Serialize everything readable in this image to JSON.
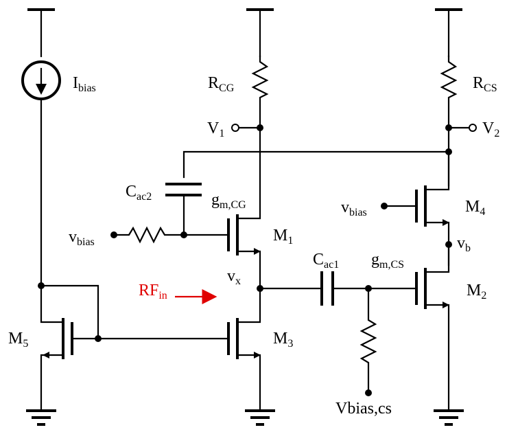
{
  "labels": {
    "ibias": "I",
    "ibias_sub": "bias",
    "rcg": "R",
    "rcg_sub": "CG",
    "rcs": "R",
    "rcs_sub": "CS",
    "v1": "V",
    "v1_sub": "1",
    "v2": "V",
    "v2_sub": "2",
    "cac2": "C",
    "cac2_sub": "ac2",
    "gmcg": "g",
    "gmcg_sub": "m,CG",
    "vbias_left": "v",
    "vbias_left_sub": "bias",
    "m1": "M",
    "m1_sub": "1",
    "vbias_right": "v",
    "vbias_right_sub": "bias",
    "m4": "M",
    "m4_sub": "4",
    "vb": "v",
    "vb_sub": "b",
    "cac1": "C",
    "cac1_sub": "ac1",
    "gmcs": "g",
    "gmcs_sub": "m,CS",
    "vx": "v",
    "vx_sub": "x",
    "m2": "M",
    "m2_sub": "2",
    "rfin": "RF",
    "rfin_sub": "in",
    "m5": "M",
    "m5_sub": "5",
    "m3": "M",
    "m3_sub": "3",
    "vbias_cs": "Vbias,cs"
  },
  "colors": {
    "wire": "#000000",
    "rf": "#e00000"
  }
}
